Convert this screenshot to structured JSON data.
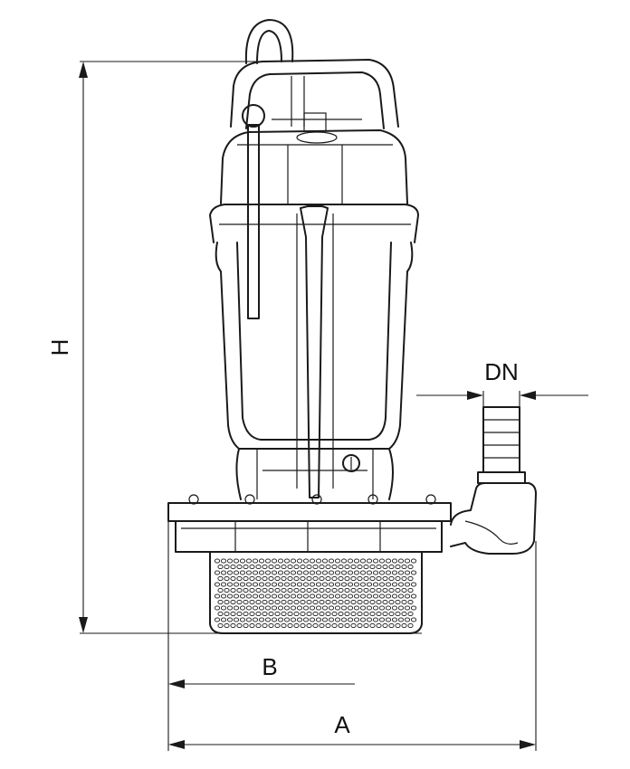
{
  "labels": {
    "height": "H",
    "outlet": "DN",
    "base_width": "B",
    "overall_width": "A"
  },
  "colors": {
    "line": "#1a1a1a",
    "background": "#ffffff"
  }
}
